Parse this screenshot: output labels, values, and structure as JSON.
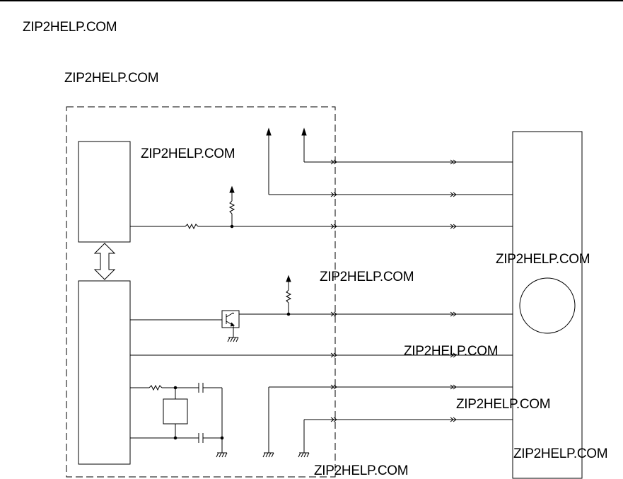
{
  "watermarks": [
    "ZIP2HELP.COM",
    "ZIP2HELP.COM",
    "ZIP2HELP.COM",
    "ZIP2HELP.COM",
    "ZIP2HELP.COM",
    "ZIP2HELP.COM",
    "ZIP2HELP.COM",
    "ZIP2HELP.COM",
    "ZIP2HELP.COM"
  ],
  "colors": {
    "ink": "#000000",
    "paper": "#ffffff"
  }
}
